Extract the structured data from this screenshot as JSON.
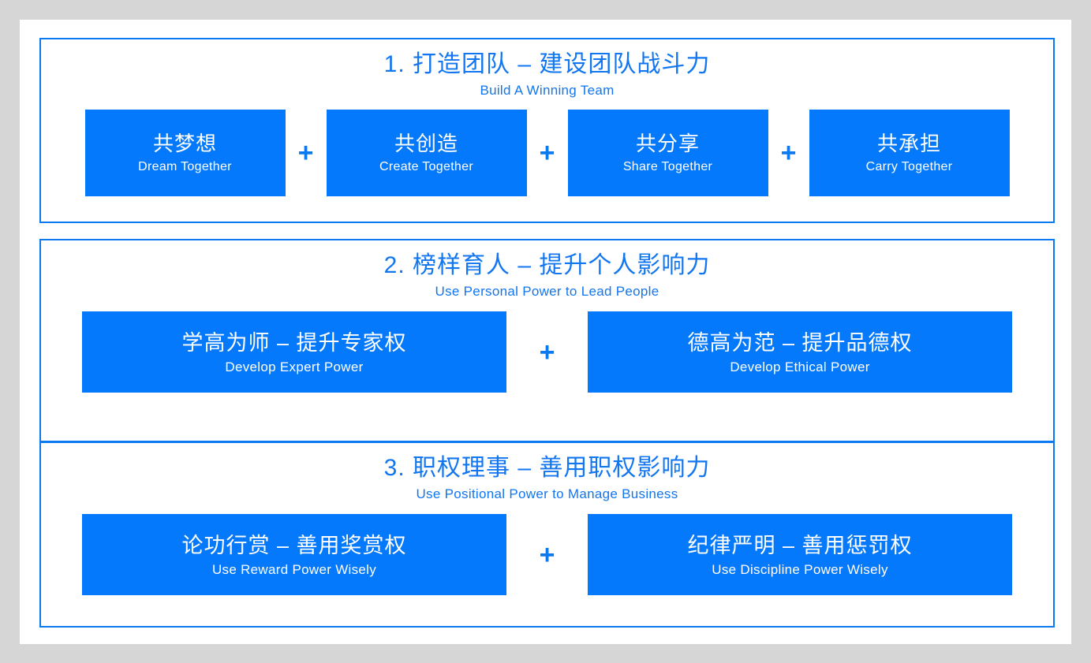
{
  "slide": {
    "separator_symbol": "+",
    "sections": [
      {
        "heading_cn": "1. 打造团队 – 建设团队战斗力",
        "heading_en": "Build A Winning Team",
        "layout": "four",
        "items": [
          {
            "cn": "共梦想",
            "en": "Dream Together"
          },
          {
            "cn": "共创造",
            "en": "Create Together"
          },
          {
            "cn": "共分享",
            "en": "Share Together"
          },
          {
            "cn": "共承担",
            "en": "Carry Together"
          }
        ]
      },
      {
        "heading_cn": "2. 榜样育人 – 提升个人影响力",
        "heading_en": "Use Personal Power to Lead People",
        "layout": "two",
        "items": [
          {
            "cn": "学高为师 – 提升专家权",
            "en": "Develop Expert Power"
          },
          {
            "cn": "德高为范 – 提升品德权",
            "en": "Develop Ethical Power"
          }
        ]
      },
      {
        "heading_cn": "3. 职权理事 – 善用职权影响力",
        "heading_en": "Use Positional Power to Manage Business",
        "layout": "two",
        "items": [
          {
            "cn": "论功行赏 – 善用奖赏权",
            "en": "Use Reward Power Wisely"
          },
          {
            "cn": "纪律严明 – 善用惩罚权",
            "en": "Use Discipline Power Wisely"
          }
        ]
      }
    ]
  },
  "colors": {
    "accent_blue": "#0579fb",
    "border_blue": "#0b79f0",
    "heading_blue": "#1176ef",
    "page_background": "#ffffff",
    "frame_gray": "#d6d6d6",
    "box_text": "#ffffff"
  }
}
